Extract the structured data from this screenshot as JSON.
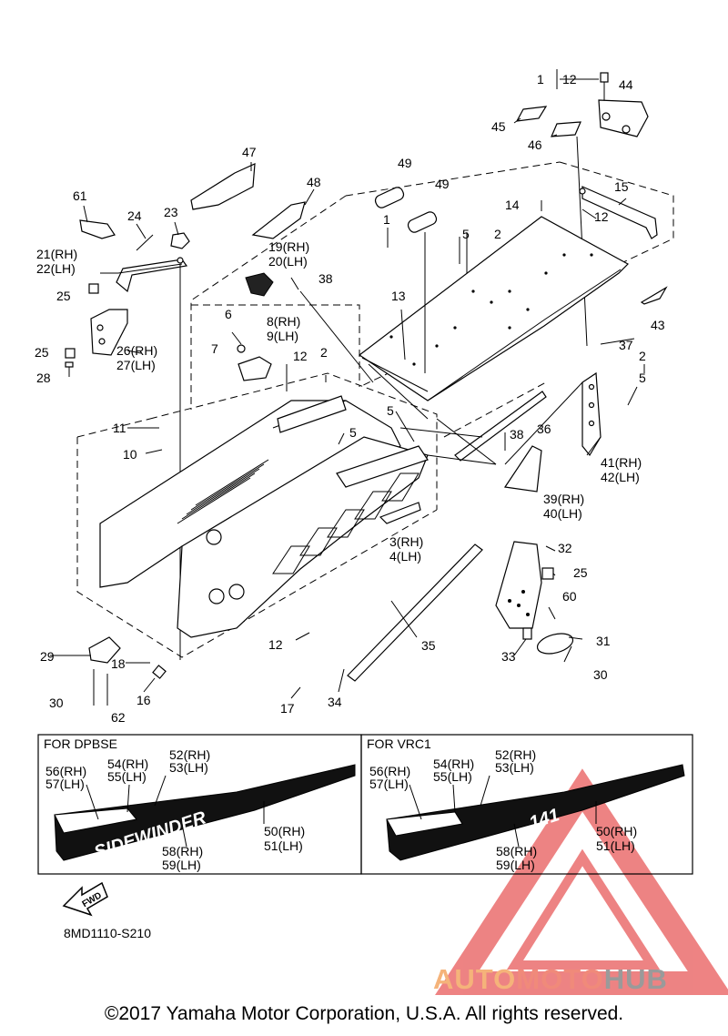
{
  "diagram": {
    "code": "8MD1110-S210",
    "fwd_label": "FWD",
    "callouts": [
      {
        "id": "p1",
        "text": "1"
      },
      {
        "id": "p12a",
        "text": "12"
      },
      {
        "id": "p44",
        "text": "44"
      },
      {
        "id": "p45",
        "text": "45"
      },
      {
        "id": "p46",
        "text": "46"
      },
      {
        "id": "p47",
        "text": "47"
      },
      {
        "id": "p48",
        "text": "48"
      },
      {
        "id": "p49a",
        "text": "49"
      },
      {
        "id": "p49b",
        "text": "49"
      },
      {
        "id": "p15",
        "text": "15"
      },
      {
        "id": "p14",
        "text": "14"
      },
      {
        "id": "p12b",
        "text": "12"
      },
      {
        "id": "p61",
        "text": "61"
      },
      {
        "id": "p24",
        "text": "24"
      },
      {
        "id": "p23",
        "text": "23"
      },
      {
        "id": "p21",
        "text": "21(RH)"
      },
      {
        "id": "p22",
        "text": "22(LH)"
      },
      {
        "id": "p19",
        "text": "19(RH)"
      },
      {
        "id": "p20",
        "text": "20(LH)"
      },
      {
        "id": "p1b",
        "text": "1"
      },
      {
        "id": "p5a",
        "text": "5"
      },
      {
        "id": "p2a",
        "text": "2"
      },
      {
        "id": "p38a",
        "text": "38"
      },
      {
        "id": "p25a",
        "text": "25"
      },
      {
        "id": "p13",
        "text": "13"
      },
      {
        "id": "p43",
        "text": "43"
      },
      {
        "id": "p6",
        "text": "6"
      },
      {
        "id": "p8",
        "text": "8(RH)"
      },
      {
        "id": "p9",
        "text": "9(LH)"
      },
      {
        "id": "p7",
        "text": "7"
      },
      {
        "id": "p25b",
        "text": "25"
      },
      {
        "id": "p26",
        "text": "26(RH)"
      },
      {
        "id": "p27",
        "text": "27(LH)"
      },
      {
        "id": "p28",
        "text": "28"
      },
      {
        "id": "p12c",
        "text": "12"
      },
      {
        "id": "p2b",
        "text": "2"
      },
      {
        "id": "p37",
        "text": "37"
      },
      {
        "id": "p2c",
        "text": "2"
      },
      {
        "id": "p5b",
        "text": "5"
      },
      {
        "id": "p11",
        "text": "11"
      },
      {
        "id": "p5c",
        "text": "5"
      },
      {
        "id": "p5d",
        "text": "5"
      },
      {
        "id": "p36",
        "text": "36"
      },
      {
        "id": "p38b",
        "text": "38"
      },
      {
        "id": "p10",
        "text": "10"
      },
      {
        "id": "p41",
        "text": "41(RH)"
      },
      {
        "id": "p42",
        "text": "42(LH)"
      },
      {
        "id": "p39",
        "text": "39(RH)"
      },
      {
        "id": "p40",
        "text": "40(LH)"
      },
      {
        "id": "p3",
        "text": "3(RH)"
      },
      {
        "id": "p4",
        "text": "4(LH)"
      },
      {
        "id": "p32",
        "text": "32"
      },
      {
        "id": "p25c",
        "text": "25"
      },
      {
        "id": "p60",
        "text": "60"
      },
      {
        "id": "p29",
        "text": "29"
      },
      {
        "id": "p18",
        "text": "18"
      },
      {
        "id": "p12d",
        "text": "12"
      },
      {
        "id": "p35",
        "text": "35"
      },
      {
        "id": "p31",
        "text": "31"
      },
      {
        "id": "p33",
        "text": "33"
      },
      {
        "id": "p30a",
        "text": "30"
      },
      {
        "id": "p30b",
        "text": "30"
      },
      {
        "id": "p16",
        "text": "16"
      },
      {
        "id": "p62",
        "text": "62"
      },
      {
        "id": "p17",
        "text": "17"
      },
      {
        "id": "p34",
        "text": "34"
      }
    ],
    "decal_boxes": [
      {
        "title": "FOR DPBSE",
        "graphic_text": "SIDEWINDER",
        "labels": [
          "56(RH)",
          "57(LH)",
          "54(RH)",
          "55(LH)",
          "52(RH)",
          "53(LH)",
          "50(RH)",
          "51(LH)",
          "58(RH)",
          "59(LH)"
        ]
      },
      {
        "title": "FOR VRC1",
        "graphic_text": "141",
        "labels": [
          "56(RH)",
          "57(LH)",
          "54(RH)",
          "55(LH)",
          "52(RH)",
          "53(LH)",
          "50(RH)",
          "51(LH)",
          "58(RH)",
          "59(LH)"
        ]
      }
    ]
  },
  "footer": {
    "copyright": "©2017 Yamaha Motor Corporation, U.S.A. All rights reserved."
  },
  "watermark": {
    "part1": "AUTO",
    "part2": "MOTO",
    "part3": "HUB",
    "colors": {
      "auto": "#f5b37a",
      "moto": "#f08a7a",
      "hub": "#9a9a9a",
      "triangle": "#e85a5a"
    }
  }
}
